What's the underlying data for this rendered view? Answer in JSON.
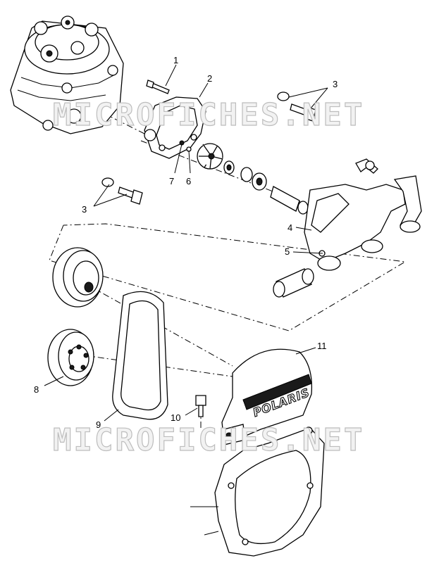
{
  "watermarks": [
    "MICROFICHES.NET",
    "MICROFICHES.NET"
  ],
  "brand_text": "POLARIS",
  "callouts": {
    "c1": "1",
    "c2": "2",
    "c3a": "3",
    "c3b": "3",
    "c4": "4",
    "c5": "5",
    "c6": "6",
    "c7": "7",
    "c8": "8",
    "c9": "9",
    "c10": "10",
    "c11": "11"
  }
}
